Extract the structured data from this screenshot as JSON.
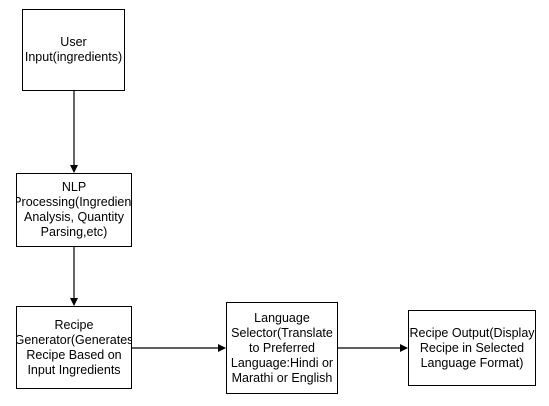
{
  "nodes": {
    "user_input": "User\nInput(ingredients)",
    "nlp_processing": "NLP\nProcessing(Ingredient\nAnalysis, Quantity\nParsing,etc)",
    "recipe_generator": "Recipe\nGenerator(Generates\nRecipe Based on\nInput Ingredients",
    "language_selector": "Language\nSelector(Translate\nto Preferred\nLanguage:Hindi or\nMarathi or English",
    "recipe_output": "Recipe Output(Display\nRecipe in Selected\nLanguage Format)"
  },
  "edges": [
    {
      "from": "user_input",
      "to": "nlp_processing"
    },
    {
      "from": "nlp_processing",
      "to": "recipe_generator"
    },
    {
      "from": "recipe_generator",
      "to": "language_selector"
    },
    {
      "from": "language_selector",
      "to": "recipe_output"
    }
  ],
  "colors": {
    "stroke": "#000000",
    "fill": "#ffffff",
    "text": "#000000"
  }
}
